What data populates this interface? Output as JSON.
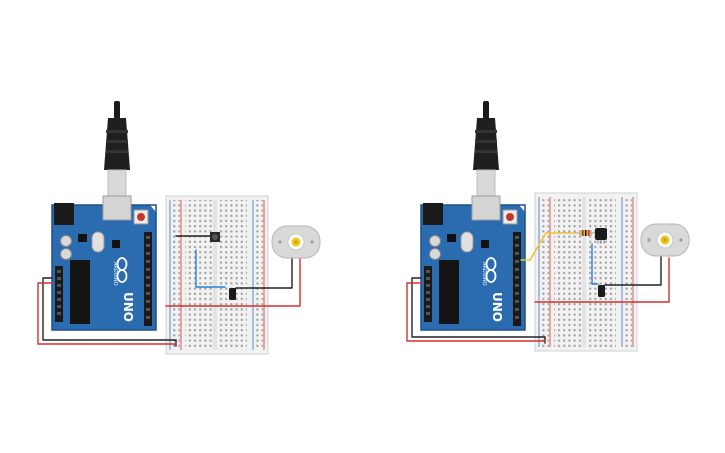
{
  "colors": {
    "board": "#2b6cb0",
    "board_dark": "#1f4f85",
    "breadboard": "#f2f2f2",
    "rail_red": "#d62f2f",
    "rail_blue": "#3a6fb6",
    "wire_black": "#222222",
    "wire_red": "#d62f2f",
    "wire_blue": "#2e7fd6",
    "wire_yellow": "#f2c230",
    "motor_body": "#d9d9d9",
    "motor_shaft": "#f0c419"
  },
  "circuits": [
    {
      "arduino": {
        "model_label": "UNO",
        "brand_label": "ARDUINO",
        "icon": "arduino-infinity-logo-icon"
      },
      "input_part": "pushbutton",
      "motor": {
        "icon": "dc-motor-icon"
      }
    },
    {
      "arduino": {
        "model_label": "UNO",
        "brand_label": "ARDUINO",
        "icon": "arduino-infinity-logo-icon"
      },
      "input_part": "sensor",
      "motor": {
        "icon": "dc-motor-icon"
      }
    }
  ]
}
